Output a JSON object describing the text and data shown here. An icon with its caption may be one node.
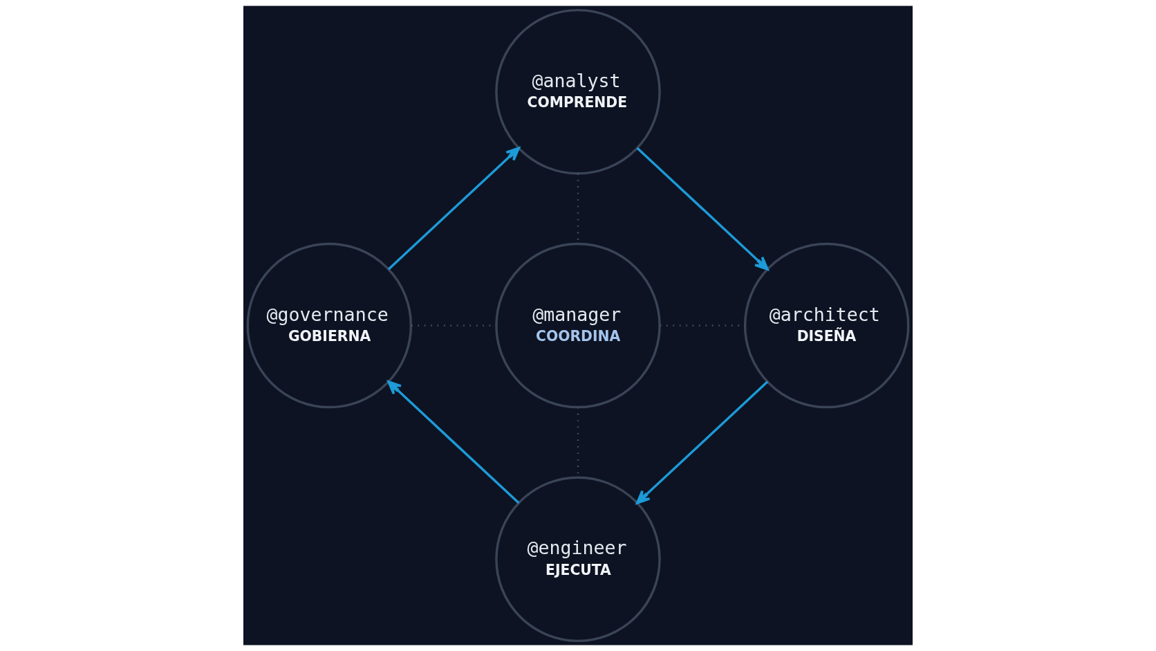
{
  "diagram": {
    "nodes": [
      {
        "text": [
          "@analyst",
          "COMPRENDE"
        ]
      },
      {
        "text": [
          "@governance",
          "GOBIERNA"
        ]
      },
      {
        "text": [
          "@manager",
          "COORDINA"
        ]
      },
      {
        "text": [
          "@architect",
          "DISEÑA"
        ]
      },
      {
        "text": [
          "@engineer",
          "EJECUTA"
        ]
      }
    ],
    "edges": [
      {
        "from": 0,
        "to": 3,
        "arrow": "to"
      },
      {
        "from": 3,
        "to": 4,
        "arrow": "to"
      },
      {
        "from": 4,
        "to": 1,
        "arrow": "to"
      },
      {
        "from": 1,
        "to": 0,
        "arrow": "to"
      },
      {
        "from": 0,
        "to": 2,
        "arrow": "none",
        "style": "dashed",
        "color": "#4a5568"
      },
      {
        "from": 1,
        "to": 2,
        "arrow": "none",
        "style": "dashed",
        "color": "#4a5568"
      },
      {
        "from": 2,
        "to": 3,
        "arrow": "none",
        "style": "dashed",
        "color": "#4a5568"
      },
      {
        "from": 2,
        "to": 4,
        "arrow": "none",
        "style": "dashed",
        "color": "#4a5568"
      }
    ]
  }
}
